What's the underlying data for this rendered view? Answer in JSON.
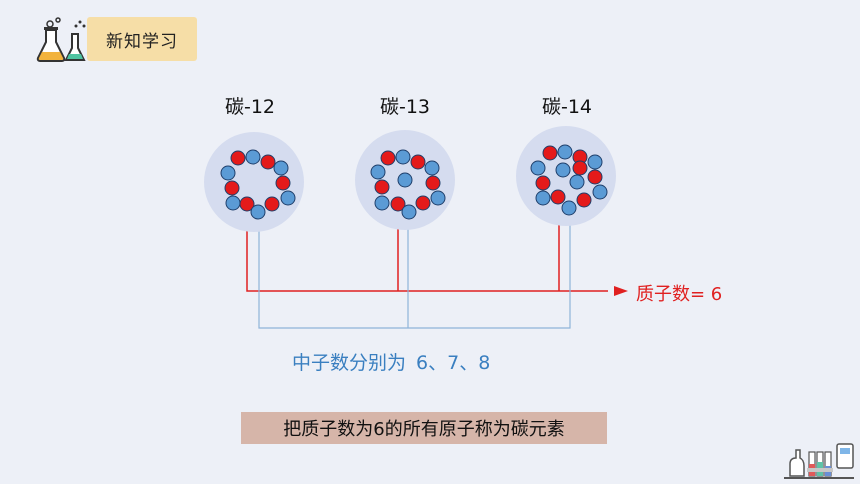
{
  "header": {
    "title": "新知学习"
  },
  "isotopes": [
    {
      "label": "碳-12"
    },
    {
      "label": "碳-13"
    },
    {
      "label": "碳-14"
    }
  ],
  "proton_line": {
    "label": "质子数= 6"
  },
  "neutron_line": {
    "label": "中子数分别为   6、7、8"
  },
  "definition": {
    "text": "把质子数为6的所有原子称为碳元素"
  },
  "colors": {
    "background": "#edf0f7",
    "badge": "#f6dea7",
    "proton": "#e41a1a",
    "neutron": "#5b9bd5",
    "nucleus_bg": "#d5dcef",
    "proton_line": "#e02020",
    "neutron_line": "#8fb4d9",
    "definition_bg": "#d6b5a9"
  },
  "icons": [
    "flask-icon",
    "lab-equipment-icon"
  ]
}
